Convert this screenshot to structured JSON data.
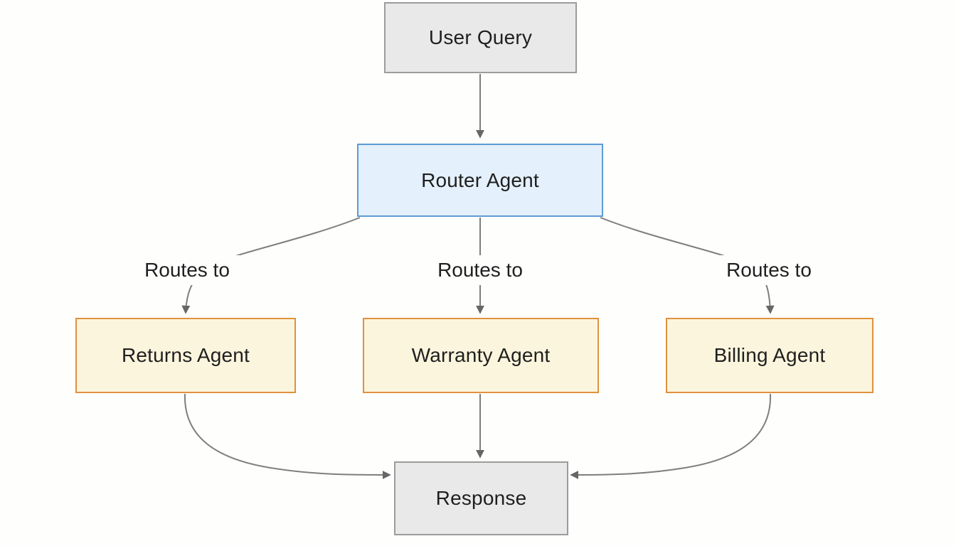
{
  "diagram": {
    "type": "flowchart",
    "direction": "top-down",
    "nodes": [
      {
        "id": "user-query",
        "label": "User Query",
        "fill": "#e9e9e9",
        "border": "#9c9c9c"
      },
      {
        "id": "router-agent",
        "label": "Router Agent",
        "fill": "#e4f0fb",
        "border": "#5b9bd5"
      },
      {
        "id": "returns-agent",
        "label": "Returns Agent",
        "fill": "#fcf5dd",
        "border": "#e0913f"
      },
      {
        "id": "warranty-agent",
        "label": "Warranty Agent",
        "fill": "#fcf5dd",
        "border": "#e0913f"
      },
      {
        "id": "billing-agent",
        "label": "Billing Agent",
        "fill": "#fcf5dd",
        "border": "#e0913f"
      },
      {
        "id": "response",
        "label": "Response",
        "fill": "#e9e9e9",
        "border": "#9c9c9c"
      }
    ],
    "edges": [
      {
        "from": "user-query",
        "to": "router-agent",
        "label": ""
      },
      {
        "from": "router-agent",
        "to": "returns-agent",
        "label": "Routes to"
      },
      {
        "from": "router-agent",
        "to": "warranty-agent",
        "label": "Routes to"
      },
      {
        "from": "router-agent",
        "to": "billing-agent",
        "label": "Routes to"
      },
      {
        "from": "returns-agent",
        "to": "response",
        "label": ""
      },
      {
        "from": "warranty-agent",
        "to": "response",
        "label": ""
      },
      {
        "from": "billing-agent",
        "to": "response",
        "label": ""
      }
    ],
    "colors": {
      "background": "#fefefd",
      "edge_stroke": "#7e7e7e",
      "arrowhead": "#666666",
      "text": "#1f1f1f"
    }
  }
}
